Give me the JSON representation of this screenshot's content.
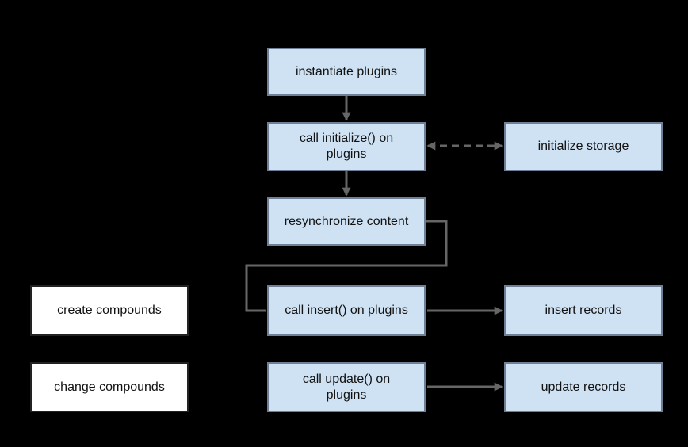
{
  "diagram": {
    "title": "plugin lifecycle flowchart",
    "colors": {
      "background": "#000000",
      "node_fill": "#cfe2f3",
      "node_border": "#6f8096",
      "plain_fill": "#ffffff",
      "plain_border": "#222222",
      "arrow": "#666666",
      "text": "#111111"
    },
    "nodes": {
      "instantiate_plugins": "instantiate plugins",
      "call_initialize": "call initialize() on\nplugins",
      "initialize_storage": "initialize storage",
      "resynchronize_content": "resynchronize content",
      "create_compounds": "create compounds",
      "call_insert": "call insert() on plugins",
      "insert_records": "insert records",
      "change_compounds": "change compounds",
      "call_update": "call update() on\nplugins",
      "update_records": "update records"
    },
    "edges": [
      {
        "from": "instantiate_plugins",
        "to": "call_initialize",
        "style": "solid",
        "arrow": "end"
      },
      {
        "from": "call_initialize",
        "to": "initialize_storage",
        "style": "dashed",
        "arrow": "both"
      },
      {
        "from": "call_initialize",
        "to": "resynchronize_content",
        "style": "solid",
        "arrow": "end"
      },
      {
        "from": "resynchronize_content",
        "to": "call_insert",
        "style": "elbow",
        "arrow": "none"
      },
      {
        "from": "call_insert",
        "to": "insert_records",
        "style": "solid",
        "arrow": "end"
      },
      {
        "from": "call_update",
        "to": "update_records",
        "style": "solid",
        "arrow": "end"
      }
    ]
  }
}
